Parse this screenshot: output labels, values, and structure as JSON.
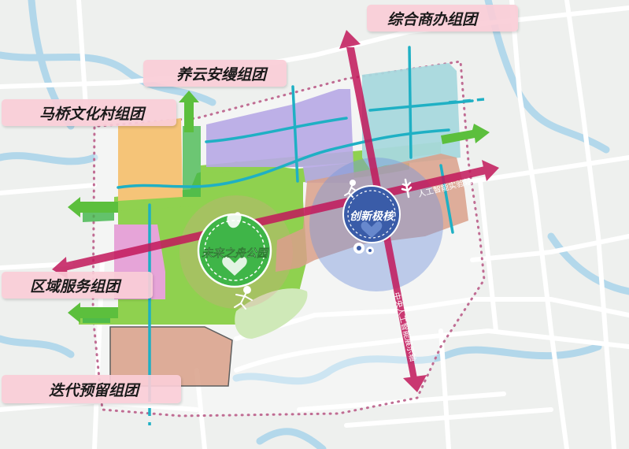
{
  "map": {
    "clusters": {
      "comprehensive_business": "综合商办组团",
      "yangyun_anman": "养云安缦组团",
      "maqiao_culture_village": "马桥文化村组团",
      "regional_service": "区域服务组团",
      "iterative_reserve": "迭代预留组团"
    },
    "park_label": "未来之舟公园",
    "innovation_core_label": "创新极核",
    "axis_east_label": "人工智能实验轴",
    "axis_south_label": "中央人工智能展示轴",
    "colors": {
      "background": "#eef0ee",
      "road": "#ffffff",
      "river": "#a8d3ea",
      "park_green": "#8fd14f",
      "dark_green": "#3fb548",
      "cluster_purple": "#b7a8e6",
      "cluster_cyan": "#a8d8dd",
      "cluster_orange": "#f5c478",
      "cluster_pink": "#e6a4d8",
      "cluster_brown": "#d9a089",
      "axis_magenta": "#c2185b",
      "callout_pink": "#facdd7",
      "core_blue": "#3a5ca8",
      "stream_teal": "#1fb0c4"
    }
  }
}
